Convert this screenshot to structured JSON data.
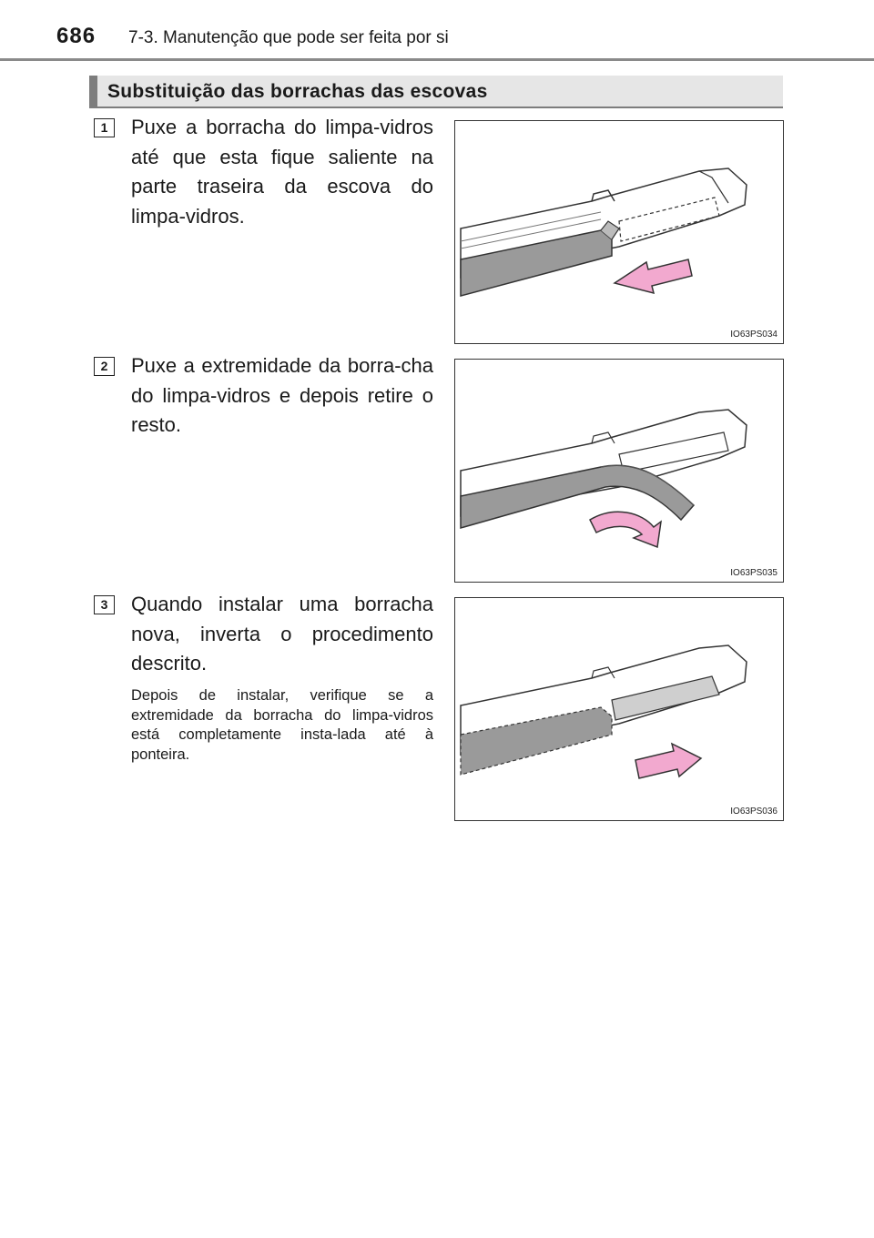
{
  "header": {
    "page_number": "686",
    "chapter": "7-3. Manutenção que pode ser feita por si"
  },
  "section": {
    "title": "Substituição das borrachas das escovas"
  },
  "steps": [
    {
      "number": "1",
      "text": "Puxe a borracha do limpa-vidros até que esta fique saliente na parte traseira da escova do limpa-vidros.",
      "figure_code": "IO63PS034"
    },
    {
      "number": "2",
      "text": "Puxe a extremidade da borra-cha do limpa-vidros e depois retire o resto.",
      "figure_code": "IO63PS035"
    },
    {
      "number": "3",
      "text": "Quando instalar uma borracha nova, inverta o procedimento descrito.",
      "note": "Depois de instalar, verifique se a extremidade da borracha do limpa-vidros está completamente insta-lada até à ponteira.",
      "figure_code": "IO63PS036"
    }
  ],
  "colors": {
    "arrow_fill": "#f2a9cf",
    "rubber_fill": "#9a9a9a",
    "heading_bar": "#7d7d7d"
  }
}
